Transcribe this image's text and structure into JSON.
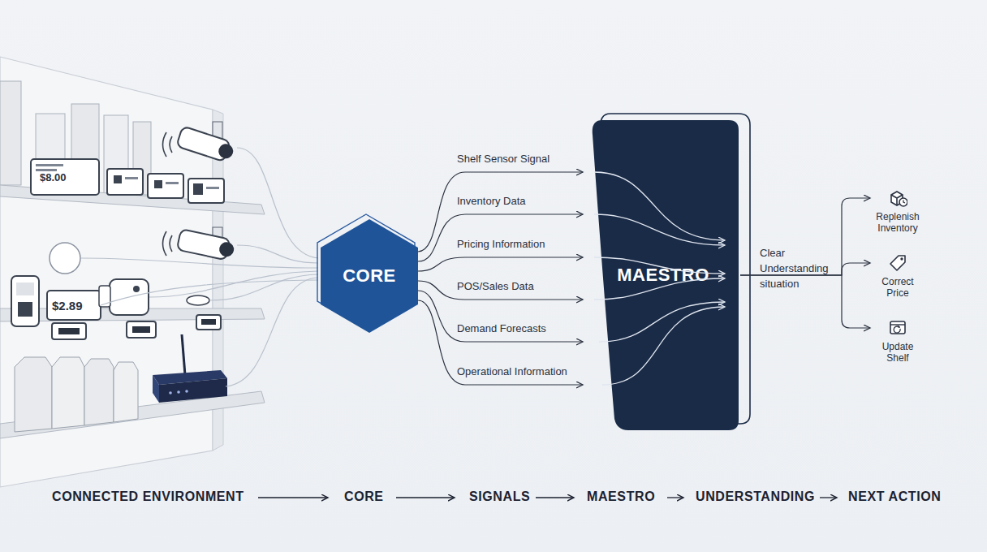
{
  "diagram": {
    "nodes": [
      {
        "text": [
          "CORE"
        ]
      },
      {
        "text": [
          "MAESTRO"
        ]
      },
      {
        "text": [
          "Replenish Inventory"
        ]
      },
      {
        "text": [
          "Correct Price"
        ]
      },
      {
        "text": [
          "Update Shelf"
        ]
      }
    ],
    "edges": [
      {
        "from": 0,
        "to": 1,
        "label": "Shelf Sensor Signal",
        "arrow": "to"
      },
      {
        "from": 0,
        "to": 1,
        "label": "Inventory Data",
        "arrow": "to"
      },
      {
        "from": 0,
        "to": 1,
        "label": "Pricing Information",
        "arrow": "to"
      },
      {
        "from": 0,
        "to": 1,
        "label": "POS/Sales Data",
        "arrow": "to"
      },
      {
        "from": 0,
        "to": 1,
        "label": "Demand Forecasts",
        "arrow": "to"
      },
      {
        "from": 0,
        "to": 1,
        "label": "Operational Information",
        "arrow": "to"
      },
      {
        "from": 1,
        "to": 2,
        "arrow": "to"
      },
      {
        "from": 1,
        "to": 3,
        "label": "Clear Understanding situation",
        "arrow": "to"
      },
      {
        "from": 1,
        "to": 4,
        "arrow": "to"
      }
    ],
    "labels": [
      "$8.00",
      "$2.89",
      "CONNECTED ENVIRONMENT",
      "CORE",
      "SIGNALS",
      "MAESTRO",
      "UNDERSTANDING",
      "NEXT ACTION"
    ]
  }
}
